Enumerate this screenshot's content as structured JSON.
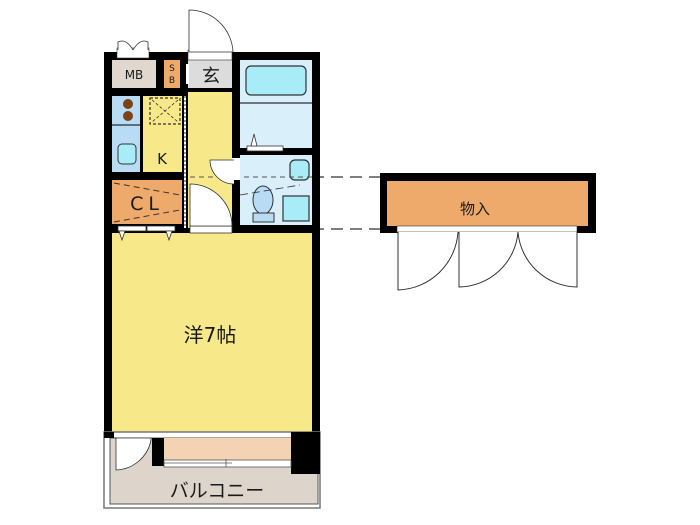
{
  "plan": {
    "rooms": {
      "western_room": "洋7帖",
      "kitchen": "K",
      "closet": "CL",
      "entrance": "玄",
      "meter_box": "MB",
      "shoe_box_top": "S",
      "shoe_box_bottom": "B",
      "balcony": "バルコニー",
      "storage": "物入"
    },
    "colors": {
      "wall": "#000000",
      "room_yellow": "#f7e98a",
      "closet_orange": "#eeaa6a",
      "bath_blue": "#d9f0fb",
      "tub_blue": "#a8ecf8",
      "sink_blue": "#b7dcf4",
      "entrance_gray": "#dcdcdc",
      "meter_box_beige": "#e0d8cf",
      "balcony_beige": "#ddd5cb",
      "window_sill_peach": "#f3d3b3",
      "storage_orange": "#eeaa6a"
    }
  }
}
